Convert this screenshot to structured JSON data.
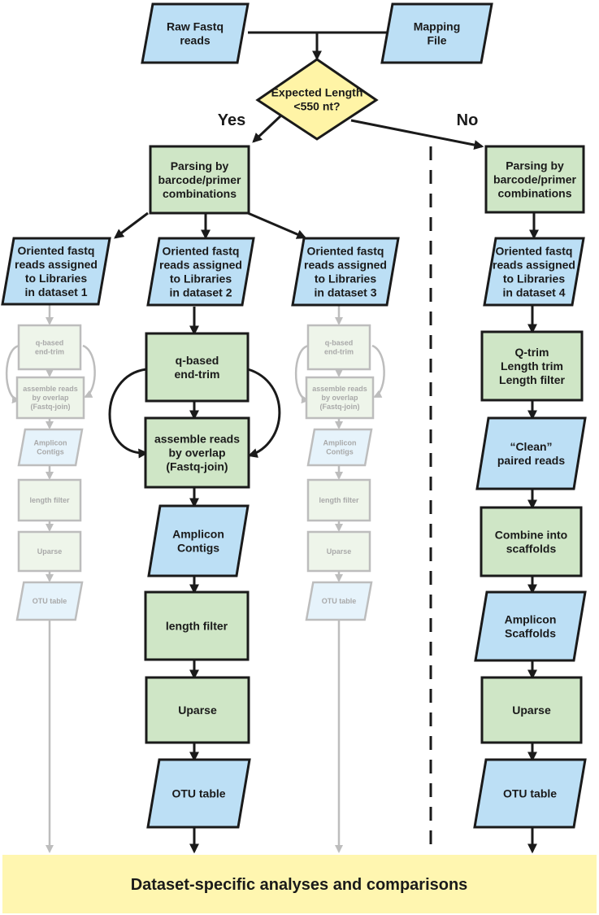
{
  "nodes": {
    "raw_fastq": [
      "Raw Fastq",
      "reads"
    ],
    "mapping_file": [
      "Mapping",
      "File"
    ],
    "decision": [
      "Expected Length",
      "<550 nt?"
    ],
    "branch_yes": "Yes",
    "branch_no": "No",
    "parsing_yes": [
      "Parsing by",
      "barcode/primer",
      "combinations"
    ],
    "parsing_no": [
      "Parsing by",
      "barcode/primer",
      "combinations"
    ],
    "dataset1": [
      "Oriented fastq",
      "reads assigned",
      "to Libraries",
      "in dataset 1"
    ],
    "dataset2": [
      "Oriented fastq",
      "reads assigned",
      "to Libraries",
      "in dataset 2"
    ],
    "dataset3": [
      "Oriented fastq",
      "reads assigned",
      "to Libraries",
      "in dataset 3"
    ],
    "dataset4": [
      "Oriented fastq",
      "reads assigned",
      "to Libraries",
      "in dataset 4"
    ],
    "ds2_trim": [
      "q-based",
      "end-trim"
    ],
    "ds2_assemble": [
      "assemble reads",
      "by overlap",
      "(Fastq-join)"
    ],
    "ds2_contigs": [
      "Amplicon",
      "Contigs"
    ],
    "ds2_length": [
      "length filter"
    ],
    "ds2_uparse": [
      "Uparse"
    ],
    "ds2_otu": [
      "OTU table"
    ],
    "faded_trim": [
      "q-based",
      "end-trim"
    ],
    "faded_assemble": [
      "assemble reads",
      "by overlap",
      "(Fastq-join)"
    ],
    "faded_contigs": [
      "Amplicon",
      "Contigs"
    ],
    "faded_length": [
      "length filter"
    ],
    "faded_uparse": [
      "Uparse"
    ],
    "faded_otu": [
      "OTU table"
    ],
    "ds4_trim": [
      "Q-trim",
      "Length trim",
      "Length filter"
    ],
    "ds4_clean": [
      "“Clean”",
      "paired reads"
    ],
    "ds4_combine": [
      "Combine into",
      "scaffolds"
    ],
    "ds4_scaffolds": [
      "Amplicon",
      "Scaffolds"
    ],
    "ds4_uparse": [
      "Uparse"
    ],
    "ds4_otu": [
      "OTU table"
    ],
    "final": "Dataset-specific analyses and comparisons"
  },
  "colors": {
    "process_fill": "#cfe6c6",
    "data_fill": "#bcdff5",
    "decision_fill": "#fff4a6",
    "banner_fill": "#fff6b0",
    "faded_process_fill": "#eef5ea",
    "faded_data_fill": "#e6f3fb",
    "stroke": "#1a1a1a",
    "faded_stroke": "#bdbdbd"
  }
}
